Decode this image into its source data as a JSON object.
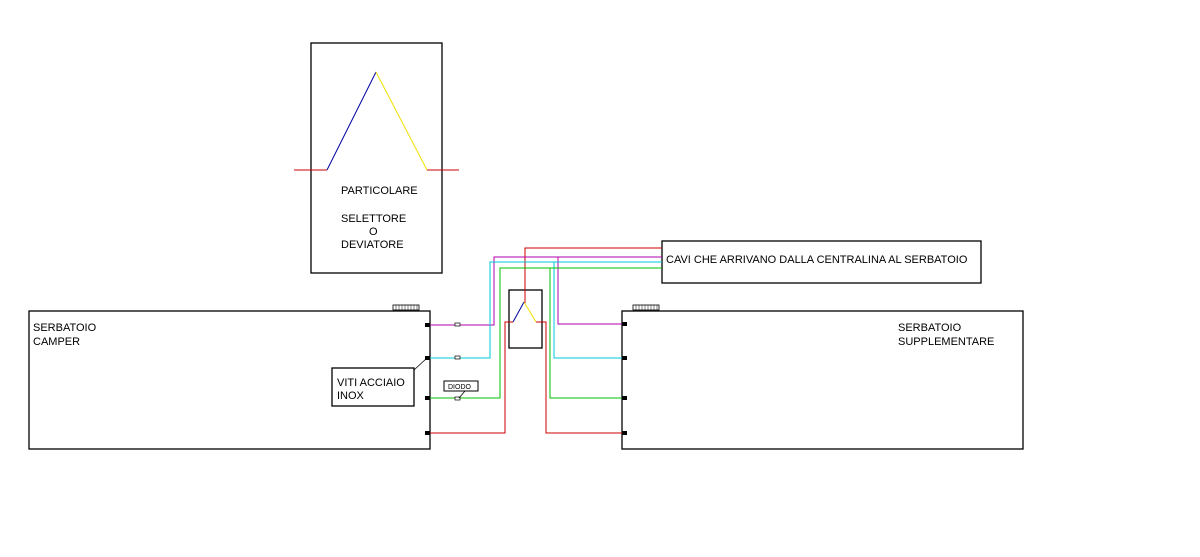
{
  "detail": {
    "title": "PARTICOLARE",
    "line1": "SELETTORE",
    "line2": "O",
    "line3": "DEVIATORE"
  },
  "cables_label": "CAVI CHE ARRIVANO DALLA CENTRALINA AL SERBATOIO",
  "tank_left": {
    "line1": "SERBATOIO",
    "line2": "CAMPER"
  },
  "tank_right": {
    "line1": "SERBATOIO",
    "line2": "SUPPLEMENTARE"
  },
  "screws": {
    "line1": "VITI ACCIAIO",
    "line2": "INOX"
  },
  "diode": "DIODO",
  "colors": {
    "red": "#cc0000",
    "magenta": "#b000b0",
    "cyan": "#00c8d8",
    "green": "#00c000",
    "blue": "#0000a0",
    "yellow": "#f0e000"
  }
}
